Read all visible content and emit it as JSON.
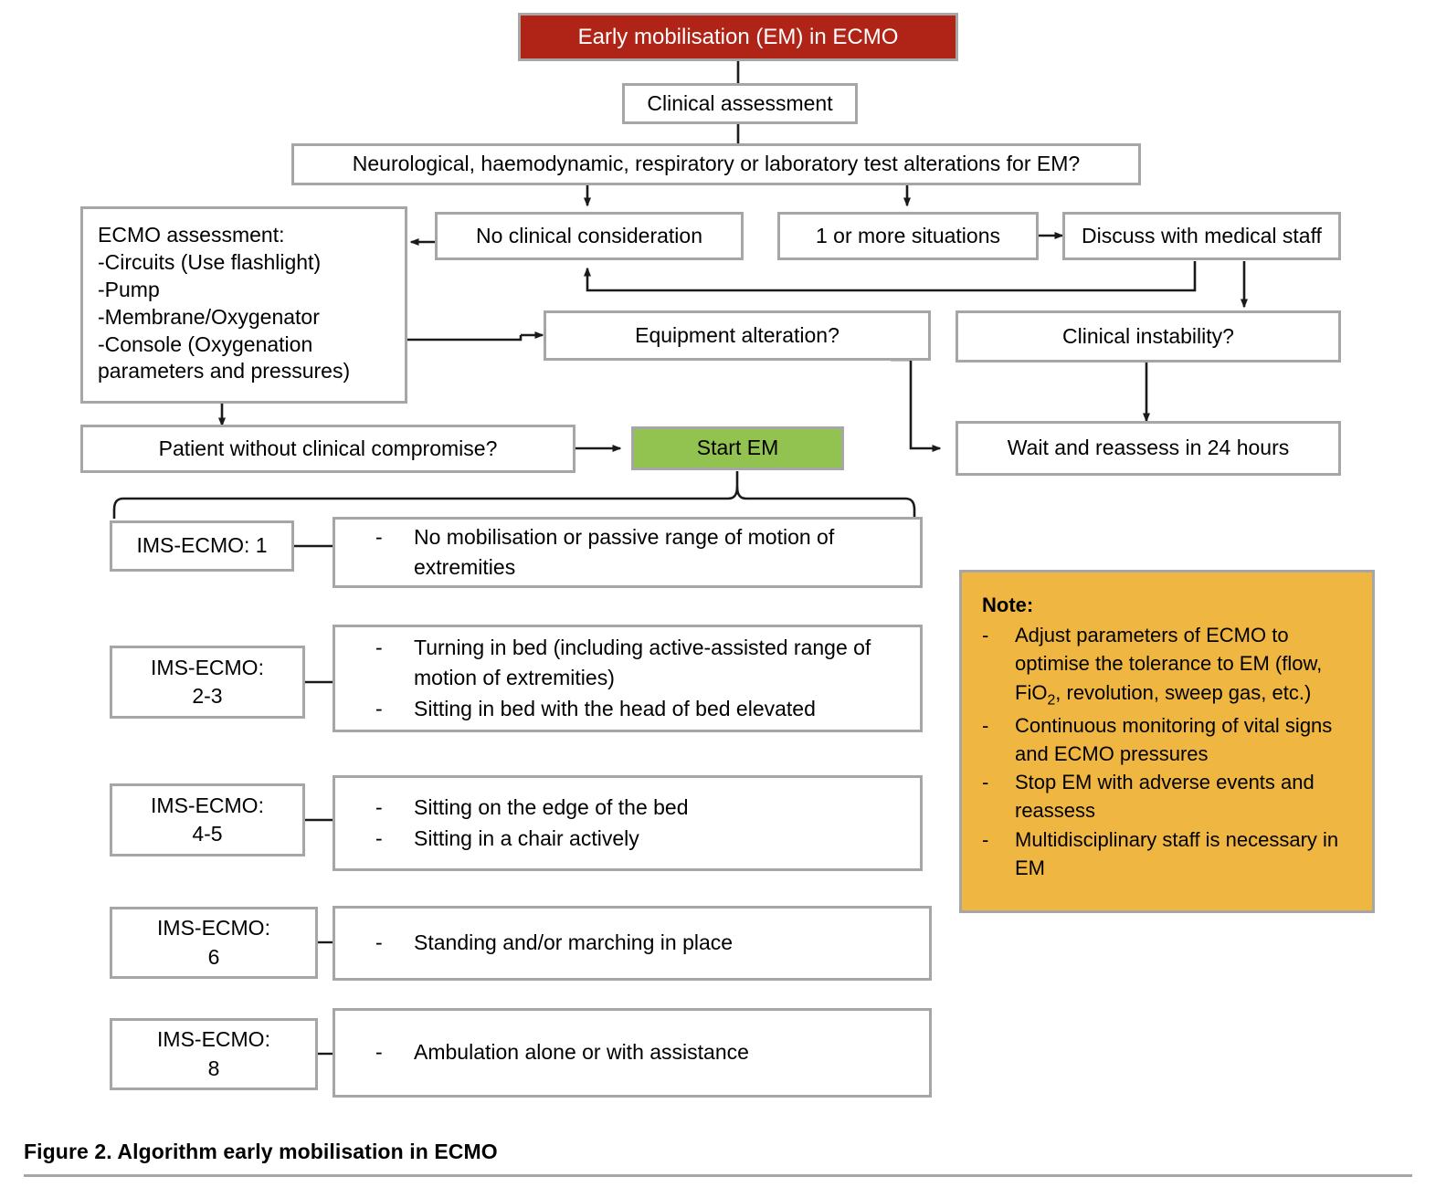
{
  "figure": {
    "caption": "Figure 2. Algorithm early mobilisation in ECMO"
  },
  "colors": {
    "header_red": "#b02418",
    "start_green": "#92c24f",
    "note_yellow": "#efb641",
    "box_border": "#a6a6a6",
    "connector": "#1a1a1a"
  },
  "flow": {
    "header": "Early mobilisation (EM) in ECMO",
    "clinical_assessment": "Clinical assessment",
    "alterations_question": "Neurological, haemodynamic, respiratory or laboratory test alterations for EM?",
    "no_clinical_consideration": "No clinical consideration",
    "one_or_more_situations": "1 or more situations",
    "discuss_with_medical_staff": "Discuss with medical staff",
    "ecmo_assessment": "ECMO assessment:\n-Circuits (Use flashlight)\n-Pump\n-Membrane/Oxygenator\n-Console (Oxygenation parameters and pressures)",
    "equipment_alteration": "Equipment alteration?",
    "clinical_instability": "Clinical instability?",
    "patient_without_compromise": "Patient without clinical compromise?",
    "start_em": "Start EM",
    "wait_and_reassess": "Wait and reassess in 24 hours"
  },
  "ims_levels": [
    {
      "label_line1": "IMS-ECMO: 1",
      "label_line2": "",
      "items": [
        "No mobilisation or passive range of motion of extremities"
      ]
    },
    {
      "label_line1": "IMS-ECMO:",
      "label_line2": "2-3",
      "items": [
        "Turning in bed (including active-assisted range of motion of extremities)",
        "Sitting in bed with the head of bed elevated"
      ]
    },
    {
      "label_line1": "IMS-ECMO:",
      "label_line2": "4-5",
      "items": [
        "Sitting on the edge of the bed",
        "Sitting in a chair actively"
      ]
    },
    {
      "label_line1": "IMS-ECMO:",
      "label_line2": "6",
      "items": [
        "Standing and/or marching in place"
      ]
    },
    {
      "label_line1": "IMS-ECMO:",
      "label_line2": "8",
      "items": [
        "Ambulation alone or with assistance"
      ]
    }
  ],
  "note": {
    "title": "Note:",
    "bullet_marker": "-",
    "items": [
      "Adjust parameters of ECMO to optimise the tolerance to EM (flow, FiO₂, revolution, sweep gas, etc.)",
      "Continuous monitoring of vital signs and ECMO pressures",
      "Stop EM with adverse events and reassess",
      "Multidisciplinary staff is necessary in EM"
    ],
    "items_html": [
      "Adjust parameters of ECMO to optimise the tolerance to EM (flow, FiO<sub>2</sub>, revolution, sweep gas, etc.)",
      "Continuous monitoring of vital signs and ECMO pressures",
      "Stop EM with adverse events and reassess",
      "Multidisciplinary staff is necessary in EM"
    ]
  }
}
